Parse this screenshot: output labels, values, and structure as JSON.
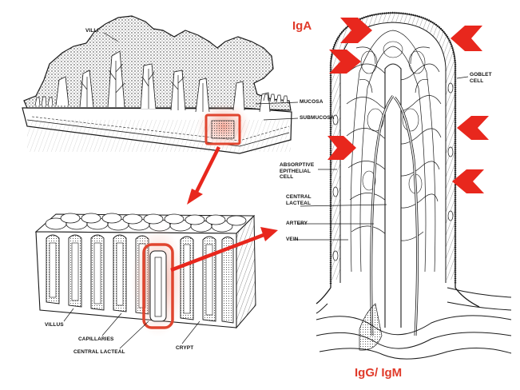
{
  "colors": {
    "ink": "#1a1a1a",
    "highlight": "#e0452f",
    "glow": "#f6b3a4",
    "antibody_text": "#e03a2a",
    "arrow": "#e8271d"
  },
  "left_top_panel": {
    "labels": {
      "villi": "VILLI",
      "mucosa": "MUCOSA",
      "submucosa": "SUBMUCOSA"
    }
  },
  "left_bottom_panel": {
    "labels": {
      "villus": "VILLUS",
      "capillaries": "CAPILLARIES",
      "central_lacteal": "CENTRAL LACTEAL",
      "crypt": "CRYPT"
    }
  },
  "right_panel": {
    "labels": {
      "goblet_cell": "GOBLET\nCELL",
      "absorptive_cell": "ABSORPTIVE\nEPITHELIAL\nCELL",
      "central_lacteal": "CENTRAL\nLACTEAL",
      "artery": "ARTERY",
      "vein": "VEIN"
    }
  },
  "antibodies": {
    "top": "IgA",
    "bottom": "IgG/ IgM"
  },
  "icons": {
    "connector": "red-arrow-icon",
    "pointer": "chevron-arrow-icon"
  }
}
